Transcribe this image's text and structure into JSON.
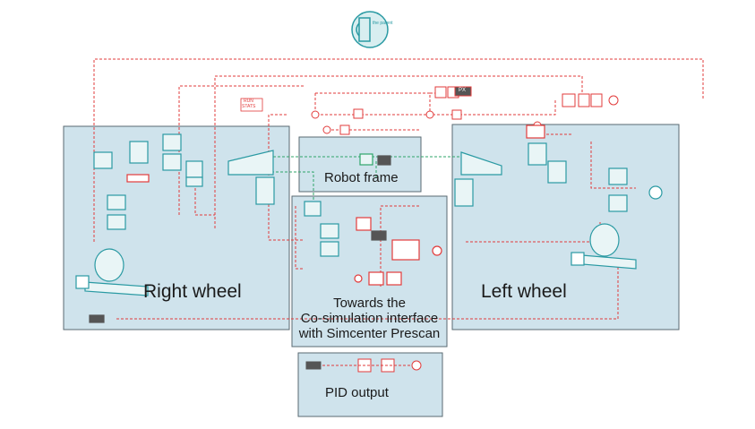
{
  "diagram": {
    "panels": {
      "right_wheel": {
        "label": "Right wheel"
      },
      "left_wheel": {
        "label": "Left wheel"
      },
      "robot_frame": {
        "label": "Robot frame"
      },
      "cosim": {
        "line1": "Towards the",
        "line2": "Co-simulation interface",
        "line3": "with Simcenter Prescan"
      },
      "pid_output": {
        "label": "PID output"
      }
    },
    "small_labels": {
      "top_sensor": "the parent",
      "run_stats_1": "RUN",
      "run_stats_2": "STATS",
      "px_tag": "PX"
    },
    "colors": {
      "panel_fill": "#cfe3ec",
      "panel_border": "#5a6a72",
      "signal_line": "#e23b3b",
      "mech_line": "#2fa56a",
      "component": "#2a9aa3"
    }
  }
}
